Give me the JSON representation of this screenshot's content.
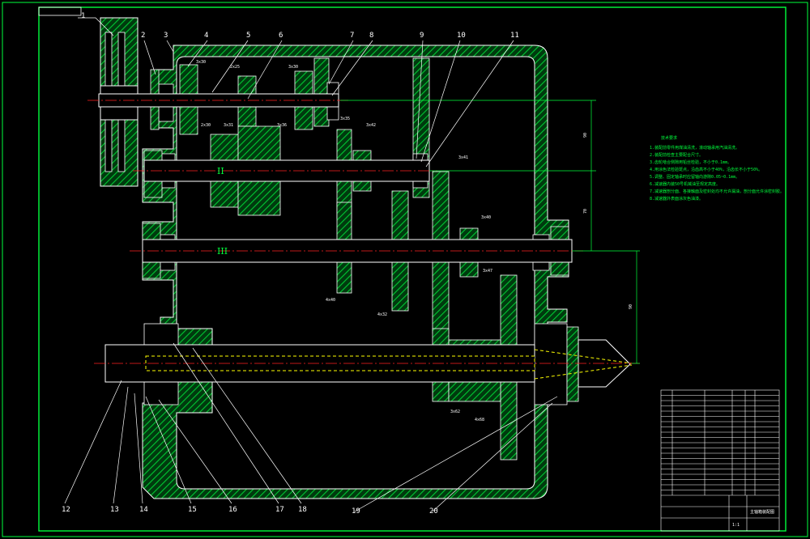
{
  "colors": {
    "background": "#000000",
    "frame": "#00ff3c",
    "outline": "#ffffff",
    "hatch": "#00c832",
    "centerline": "#ff2020",
    "dimension": "#00ff3c",
    "hidden": "#ffff00"
  },
  "balloons": [
    "1",
    "2",
    "3",
    "4",
    "5",
    "6",
    "7",
    "8",
    "9",
    "10",
    "11",
    "12",
    "13",
    "14",
    "15",
    "16",
    "17",
    "18",
    "19",
    "20"
  ],
  "shafts": {
    "shaft_2": "II",
    "shaft_3": "III"
  },
  "gear_labels": [
    "3x30",
    "2x25",
    "3x30",
    "2x30",
    "3x31",
    "3x36",
    "3x35",
    "3x42",
    "3x41",
    "3x40",
    "4x40",
    "4x32",
    "3x47",
    "3x62",
    "4x68"
  ],
  "dimensions": [
    "90",
    "70",
    "90"
  ],
  "notes": {
    "title": "技术要求",
    "lines": [
      "1.装配前零件用煤油清洗，滚动轴承用汽油清洗。",
      "2.装配前检查主要配合尺寸。",
      "3.齿轮啮合侧隙用铅丝检验，不小于0.1mm。",
      "4.用涂色法检验斑点，沿齿高不小于40%，沿齿长不小于50%。",
      "5.调整、固定轴承时应留轴向游隙0.05~0.1mm。",
      "6.减速器内装50号机械油至规定高度。",
      "7.减速器剖分面、各接触面及密封处均不允许漏油，剖分面允许涂密封胶。",
      "8.减速器外表面涂灰色油漆。"
    ]
  },
  "title_block": {
    "drawing_title": "主轴箱装配图",
    "scale": "1:1"
  }
}
